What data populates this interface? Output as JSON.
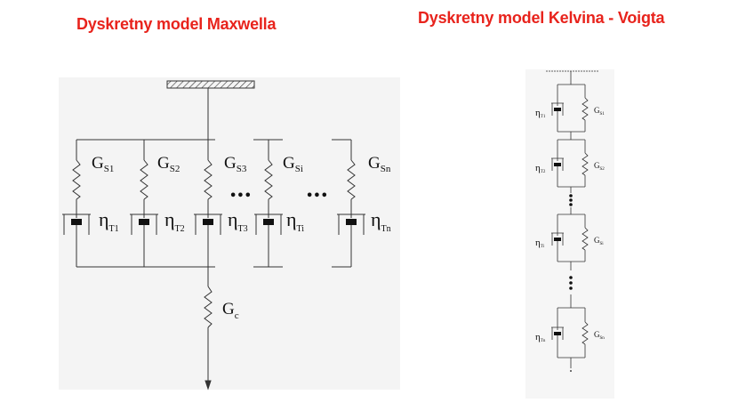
{
  "titles": {
    "maxwell": "Dyskretny model Maxwella",
    "kelvin": "Dyskretny model Kelvina - Voigta"
  },
  "colors": {
    "title": "#e8231c",
    "panel_left": "#f4f4f4",
    "panel_right": "#f6f6f6",
    "line": "#333333"
  },
  "maxwell": {
    "branches": [
      {
        "g_main": "G",
        "g_sub": "S1",
        "eta_main": "η",
        "eta_sub": "T1"
      },
      {
        "g_main": "G",
        "g_sub": "S2",
        "eta_main": "η",
        "eta_sub": "T2"
      },
      {
        "g_main": "G",
        "g_sub": "S3",
        "eta_main": "η",
        "eta_sub": "T3"
      },
      {
        "g_main": "G",
        "g_sub": "Si",
        "eta_main": "η",
        "eta_sub": "Ti"
      },
      {
        "g_main": "G",
        "g_sub": "Sn",
        "eta_main": "η",
        "eta_sub": "Tn"
      }
    ],
    "ellipsis": "•••",
    "gc_main": "G",
    "gc_sub": "c"
  },
  "kelvin": {
    "units": [
      {
        "eta_main": "η",
        "eta_sub": "T1",
        "g_main": "G",
        "g_sub": "S1"
      },
      {
        "eta_main": "η",
        "eta_sub": "T2",
        "g_main": "G",
        "g_sub": "S2"
      },
      {
        "eta_main": "η",
        "eta_sub": "Ti",
        "g_main": "G",
        "g_sub": "Si"
      },
      {
        "eta_main": "η",
        "eta_sub": "Tn",
        "g_main": "G",
        "g_sub": "Sn"
      }
    ]
  }
}
